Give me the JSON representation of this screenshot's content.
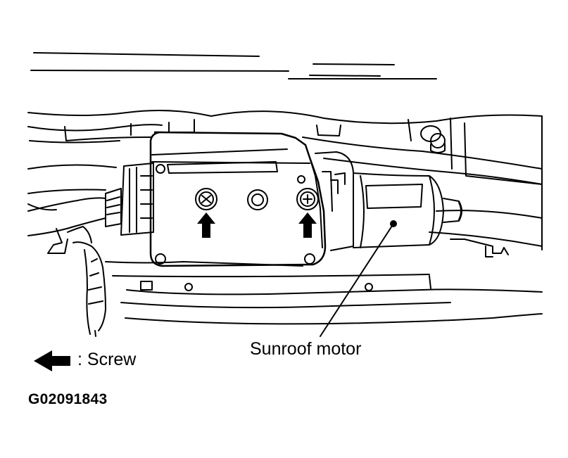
{
  "figure": {
    "callout_label": "Sunroof motor",
    "legend_text": ": Screw",
    "figure_code": "G02091843"
  },
  "colors": {
    "ink": "#000000",
    "paper": "#ffffff"
  }
}
